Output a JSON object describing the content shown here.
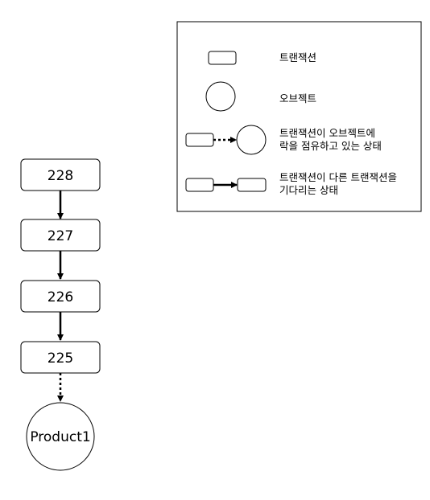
{
  "chain": {
    "transactions": [
      "228",
      "227",
      "226",
      "225"
    ],
    "object": "Product1"
  },
  "legend": {
    "transaction": "트랜잭션",
    "object": "오브젝트",
    "holds_lock_line1": "트랜잭션이 오브젝트에",
    "holds_lock_line2": "락을 점유하고 있는 상태",
    "waiting_line1": "트랜잭션이 다른 트랜잭션을",
    "waiting_line2": "기다리는 상태"
  }
}
